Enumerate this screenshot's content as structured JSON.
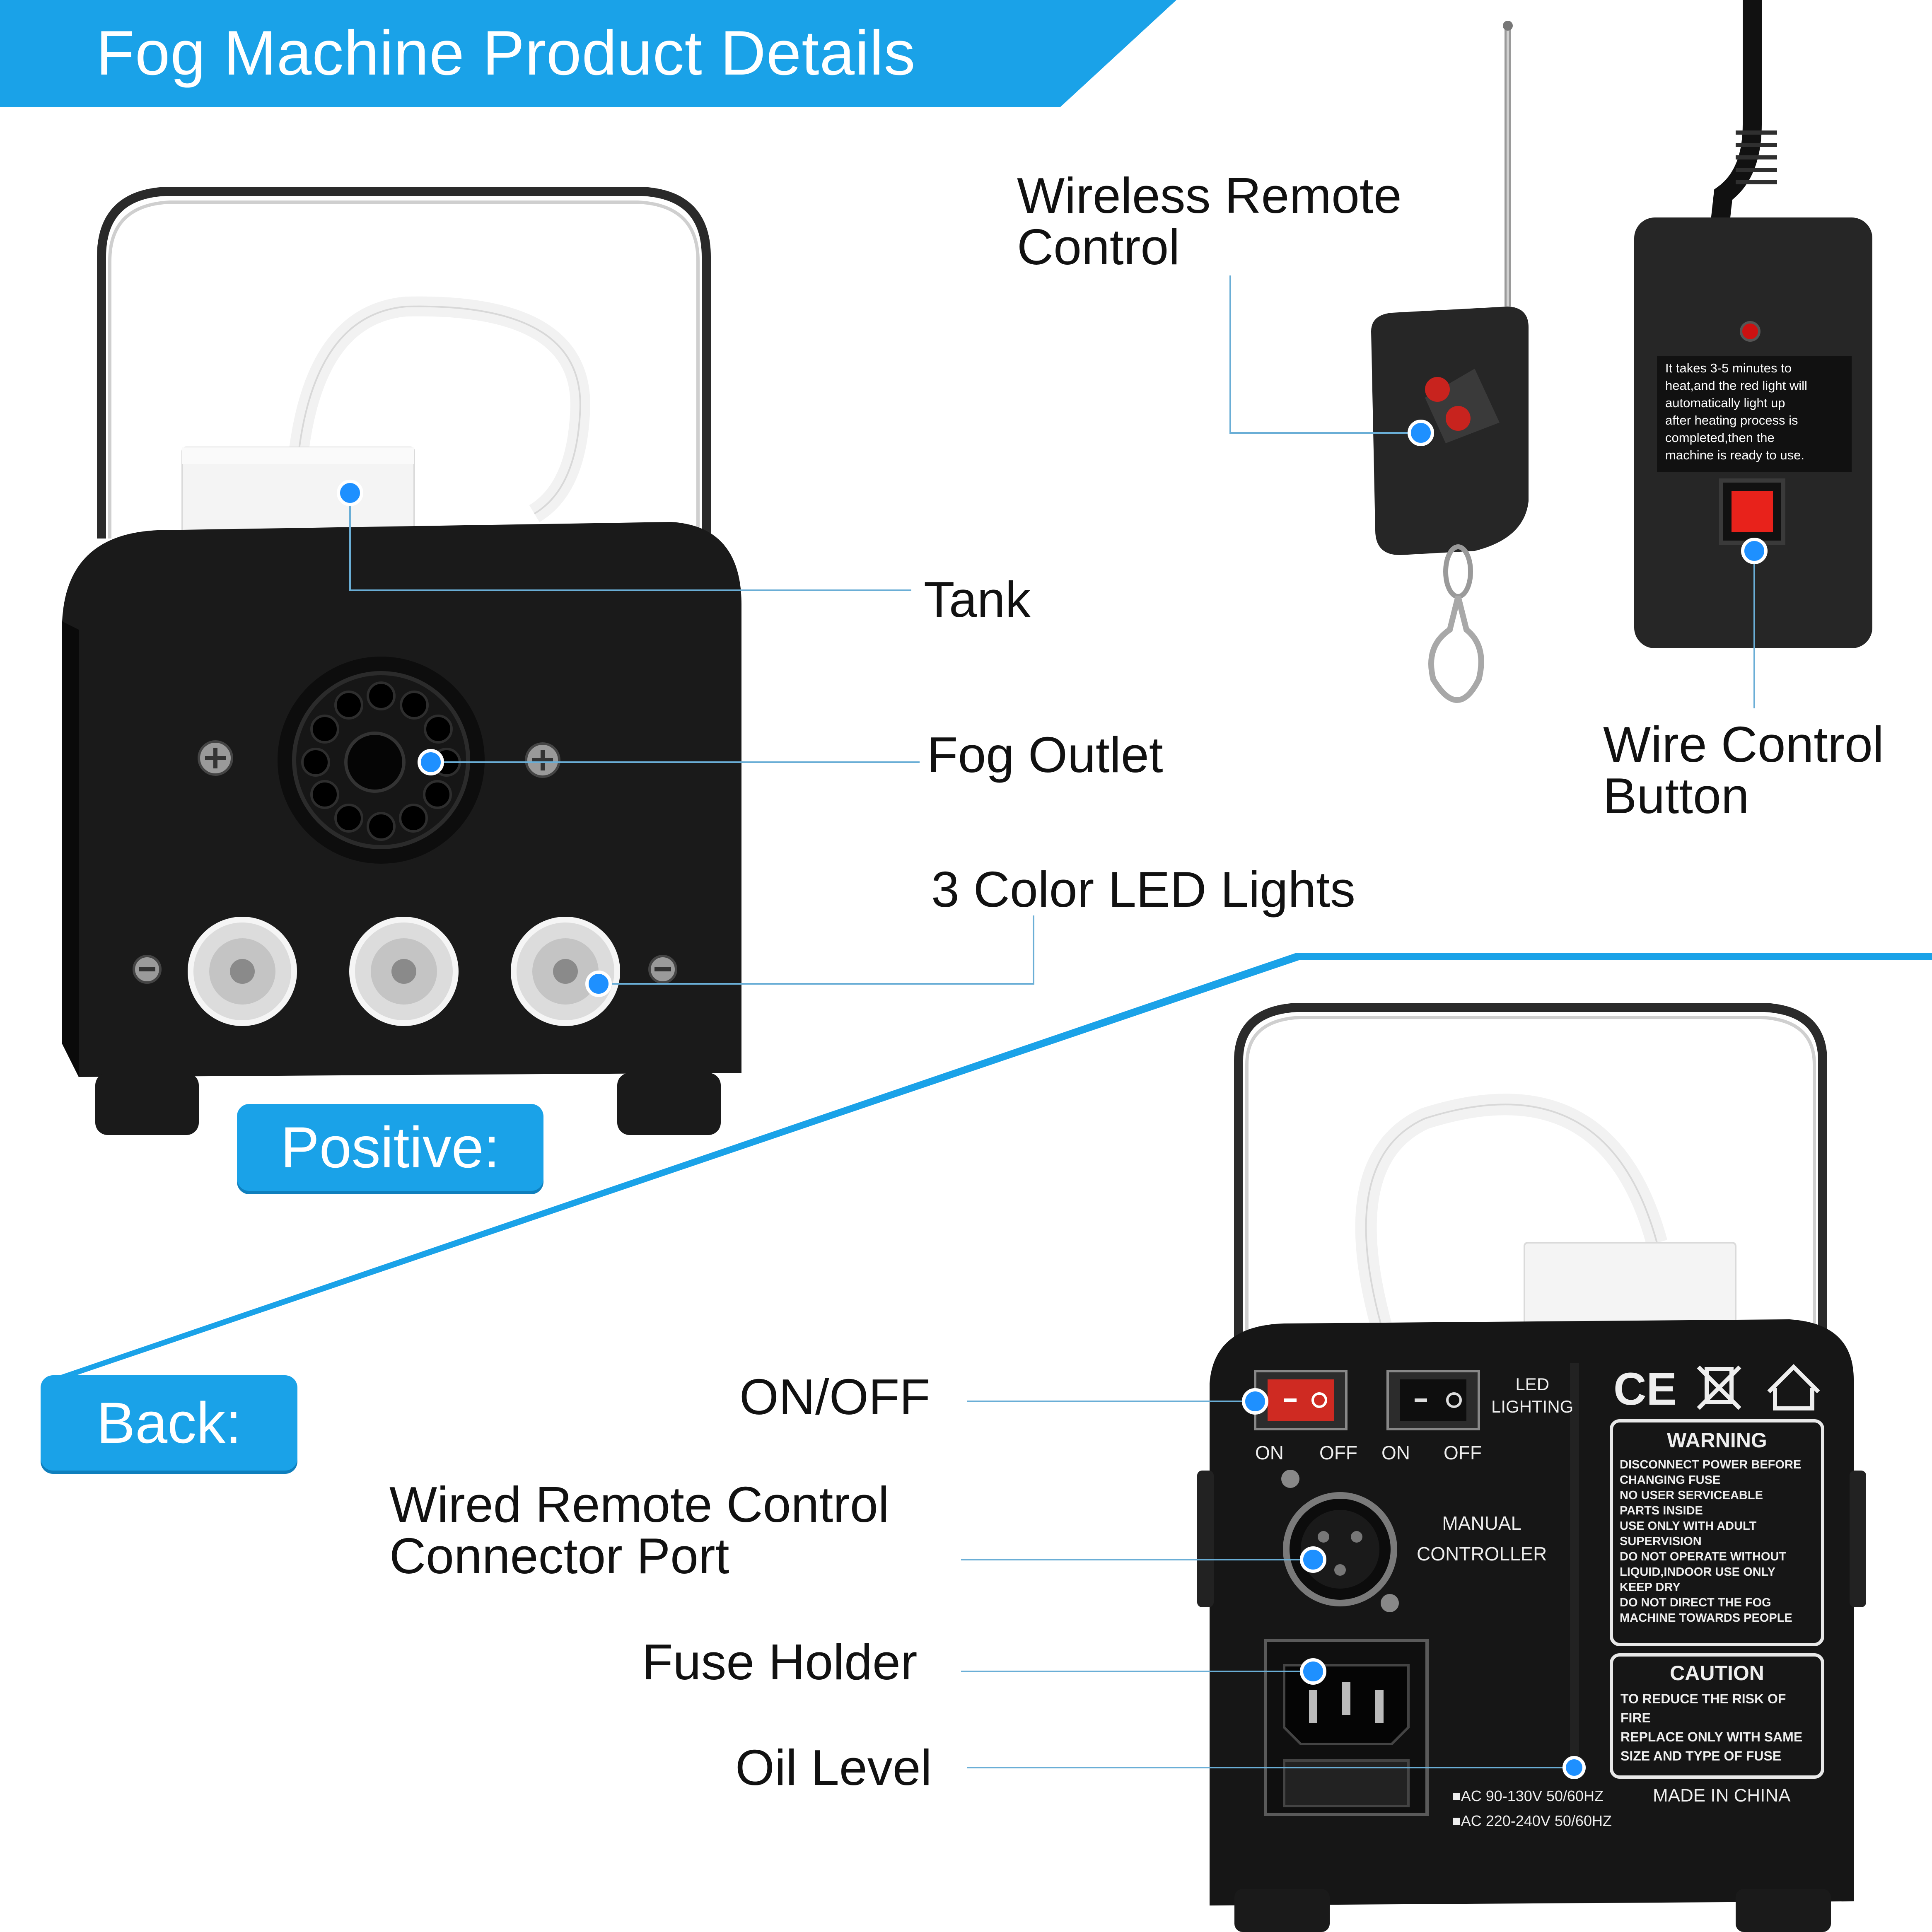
{
  "page": {
    "title": "Fog Machine Product Details"
  },
  "labels": {
    "tank": "Tank",
    "fog_outlet": "Fog Outlet",
    "led_lights": "3 Color LED Lights",
    "wireless_remote": "Wireless Remote\nControl",
    "wire_control_button": "Wire Control\nButton",
    "on_off": "ON/OFF",
    "wired_port": "Wired Remote Control\nConnector Port",
    "fuse_holder": "Fuse Holder",
    "oil_level": "Oil Level"
  },
  "sections": {
    "positive": "Positive:",
    "back": "Back:"
  },
  "wire_controller": {
    "instructions": "It takes 3-5 minutes to\nheat,and the red light will\nautomatically light up\nafter heating process is\ncompleted,then the\nmachine is ready to use."
  },
  "back_panel": {
    "switch_on_1": "ON",
    "switch_off_1": "OFF",
    "switch_on_2": "ON",
    "switch_off_2": "OFF",
    "led_lighting": "LED\nLIGHTING",
    "manual_controller": "MANUAL\nCONTROLLER",
    "ce_mark": "CE",
    "warning_title": "WARNING",
    "warning_text": "DISCONNECT POWER BEFORE\nCHANGING FUSE\nNO USER SERVICEABLE\nPARTS INSIDE\nUSE ONLY WITH ADULT\nSUPERVISION\nDO NOT OPERATE WITHOUT\nLIQUID,INDOOR USE ONLY\nKEEP DRY\nDO NOT DIRECT THE FOG\nMACHINE TOWARDS PEOPLE",
    "caution_title": "CAUTION",
    "caution_text": "TO REDUCE THE RISK OF\nFIRE\nREPLACE ONLY WITH SAME\nSIZE AND TYPE OF FUSE",
    "voltage_1": "■AC 90-130V 50/60HZ",
    "voltage_2": "■AC 220-240V 50/60HZ",
    "made_in": "MADE IN CHINA"
  },
  "colors": {
    "accent": "#1aa2e8",
    "leader_line": "#6aaed6",
    "marker": "#1e90ff",
    "body": "#151515",
    "red_button": "#e0281e"
  },
  "icons": [
    "marker-dot-icon",
    "ce-mark-icon",
    "crossed-bin-icon",
    "house-icon"
  ]
}
